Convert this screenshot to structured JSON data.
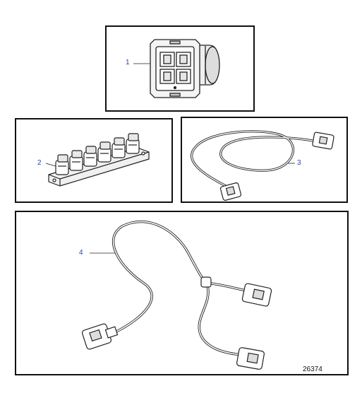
{
  "callouts": {
    "item1": "1",
    "item2": "2",
    "item3": "3",
    "item4": "4"
  },
  "figure_number": "26374",
  "colors": {
    "frame": "#111111",
    "callout_text": "#2a3fb8",
    "drawing": "#222222"
  }
}
